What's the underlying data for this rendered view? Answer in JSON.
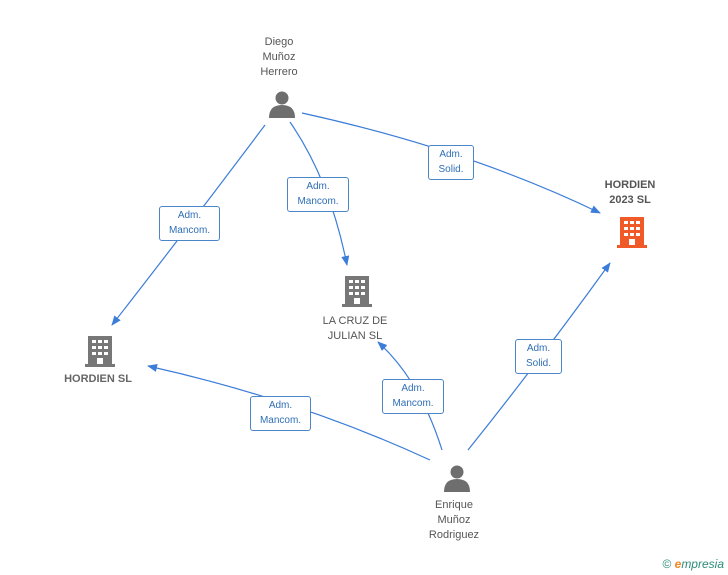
{
  "nodes": {
    "diego": {
      "label_lines": [
        "Diego",
        "Muñoz",
        "Herrero"
      ],
      "icon": "person-icon"
    },
    "enrique": {
      "label_lines": [
        "Enrique",
        "Muñoz",
        "Rodriguez"
      ],
      "icon": "person-icon"
    },
    "hordien_2023": {
      "label_lines": [
        "HORDIEN",
        "2023  SL"
      ],
      "icon": "building-icon",
      "color": "#f05a28"
    },
    "la_cruz": {
      "label_lines": [
        "LA CRUZ DE",
        "JULIAN  SL"
      ],
      "icon": "building-icon",
      "color": "#777777"
    },
    "hordien": {
      "label_lines": [
        "HORDIEN  SL"
      ],
      "icon": "building-icon",
      "color": "#777777"
    }
  },
  "edges": [
    {
      "id": "diego_hordien2023",
      "line1": "Adm.",
      "line2": "Solid."
    },
    {
      "id": "diego_lacruz",
      "line1": "Adm.",
      "line2": "Mancom."
    },
    {
      "id": "diego_hordien",
      "line1": "Adm.",
      "line2": "Mancom."
    },
    {
      "id": "enrique_hordien2023",
      "line1": "Adm.",
      "line2": "Solid."
    },
    {
      "id": "enrique_lacruz",
      "line1": "Adm.",
      "line2": "Mancom."
    },
    {
      "id": "enrique_hordien",
      "line1": "Adm.",
      "line2": "Mancom."
    }
  ],
  "colors": {
    "edge": "#3b7dd8",
    "person": "#6e6e6e"
  },
  "footer": {
    "copyright": "©",
    "brand_e": "e",
    "brand_rest": "mpresia"
  }
}
